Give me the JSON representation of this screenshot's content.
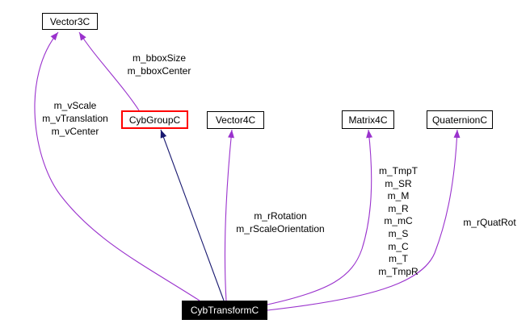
{
  "diagram": {
    "type": "collaboration-graph",
    "nodes": [
      {
        "id": "vector3c",
        "label": "Vector3C"
      },
      {
        "id": "cybgroupc",
        "label": "CybGroupC"
      },
      {
        "id": "vector4c",
        "label": "Vector4C"
      },
      {
        "id": "matrix4c",
        "label": "Matrix4C"
      },
      {
        "id": "quaternionc",
        "label": "QuaternionC"
      },
      {
        "id": "cybtransformc",
        "label": "CybTransformC"
      }
    ],
    "edges": [
      {
        "from": "CybTransformC",
        "to": "Vector3C",
        "kind": "usage",
        "labels": [
          "m_vScale",
          "m_vTranslation",
          "m_vCenter"
        ]
      },
      {
        "from": "CybGroupC",
        "to": "Vector3C",
        "kind": "usage",
        "labels": [
          "m_bboxSize",
          "m_bboxCenter"
        ]
      },
      {
        "from": "CybTransformC",
        "to": "Vector4C",
        "kind": "usage",
        "labels": [
          "m_rRotation",
          "m_rScaleOrientation"
        ]
      },
      {
        "from": "CybTransformC",
        "to": "Matrix4C",
        "kind": "usage",
        "labels": [
          "m_TmpT",
          "m_SR",
          "m_M",
          "m_R",
          "m_mC",
          "m_S",
          "m_C",
          "m_T",
          "m_TmpR"
        ]
      },
      {
        "from": "CybTransformC",
        "to": "QuaternionC",
        "kind": "usage",
        "labels": [
          "m_rQuatRot"
        ]
      },
      {
        "from": "CybTransformC",
        "to": "CybGroupC",
        "kind": "inheritance",
        "labels": []
      }
    ],
    "colors": {
      "usage_edge": "#9a32cd",
      "inheritance_edge": "#191970",
      "node_border": "#000000",
      "node_fill": "#ffffff",
      "highlight_border": "#ff0000",
      "focus_fill": "#000000",
      "focus_text": "#ffffff",
      "label_text": "#000000",
      "background": "#ffffff"
    }
  }
}
